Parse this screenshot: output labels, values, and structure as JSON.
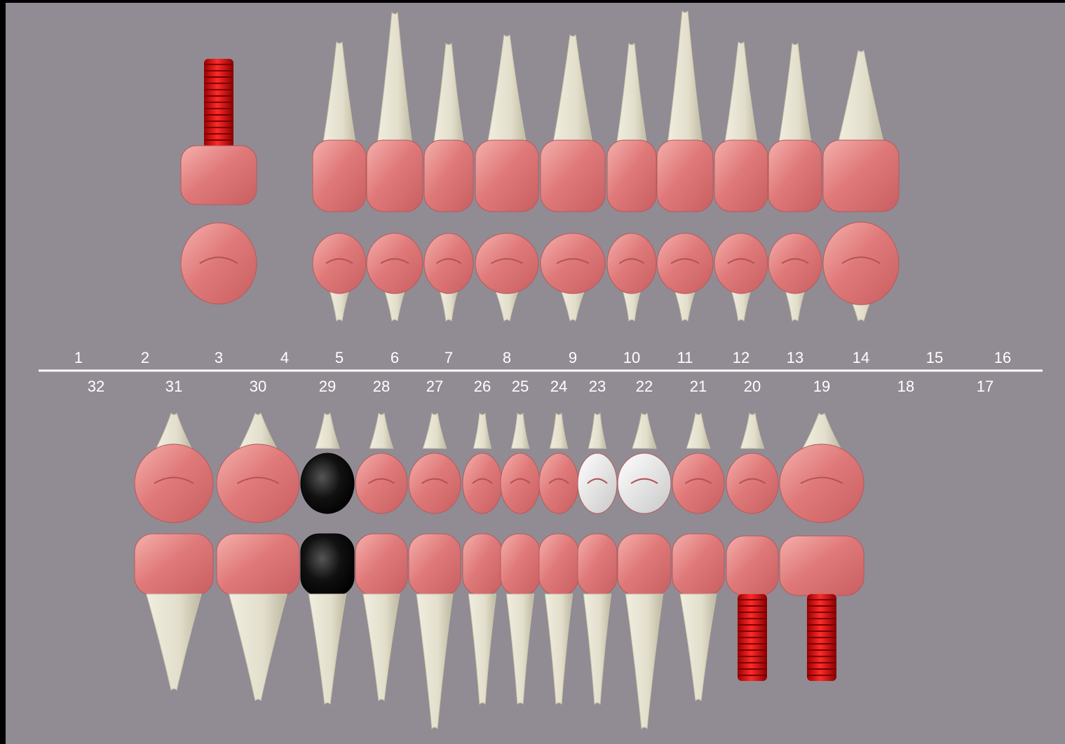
{
  "colors": {
    "frame": "#000000",
    "background": "#918b93",
    "enamel": "#e07a7a",
    "enamel_light": "#f2a6a3",
    "root": "#e2decb",
    "root_shade": "#c9c4ad",
    "implant": "#e00000",
    "black_crown": "#0a0a0a",
    "white_crown": "#eeeeee",
    "divider": "#ffffff",
    "label": "#ffffff"
  },
  "upper_numbers": [
    "1",
    "2",
    "3",
    "4",
    "5",
    "6",
    "7",
    "8",
    "9",
    "10",
    "11",
    "12",
    "13",
    "14",
    "15",
    "16"
  ],
  "lower_numbers": [
    "32",
    "31",
    "30",
    "29",
    "28",
    "27",
    "26",
    "25",
    "24",
    "23",
    "22",
    "21",
    "20",
    "19",
    "18",
    "17"
  ],
  "upper_teeth": [
    {
      "number": "1",
      "status": "missing"
    },
    {
      "number": "2",
      "status": "missing"
    },
    {
      "number": "3",
      "status": "implant-crown"
    },
    {
      "number": "4",
      "status": "missing"
    },
    {
      "number": "5",
      "status": "crown"
    },
    {
      "number": "6",
      "status": "crown"
    },
    {
      "number": "7",
      "status": "crown"
    },
    {
      "number": "8",
      "status": "crown"
    },
    {
      "number": "9",
      "status": "crown"
    },
    {
      "number": "10",
      "status": "crown"
    },
    {
      "number": "11",
      "status": "crown"
    },
    {
      "number": "12",
      "status": "crown"
    },
    {
      "number": "13",
      "status": "crown"
    },
    {
      "number": "14",
      "status": "crown"
    },
    {
      "number": "15",
      "status": "missing"
    },
    {
      "number": "16",
      "status": "missing"
    }
  ],
  "lower_teeth": [
    {
      "number": "32",
      "status": "missing"
    },
    {
      "number": "31",
      "status": "crown"
    },
    {
      "number": "30",
      "status": "crown"
    },
    {
      "number": "29",
      "status": "black-crown"
    },
    {
      "number": "28",
      "status": "crown"
    },
    {
      "number": "27",
      "status": "crown"
    },
    {
      "number": "26",
      "status": "crown"
    },
    {
      "number": "25",
      "status": "crown"
    },
    {
      "number": "24",
      "status": "crown"
    },
    {
      "number": "23",
      "status": "white-crown"
    },
    {
      "number": "22",
      "status": "white-crown"
    },
    {
      "number": "21",
      "status": "crown"
    },
    {
      "number": "20",
      "status": "implant-crown"
    },
    {
      "number": "19",
      "status": "implant-crown"
    },
    {
      "number": "18",
      "status": "missing"
    },
    {
      "number": "17",
      "status": "missing"
    }
  ]
}
